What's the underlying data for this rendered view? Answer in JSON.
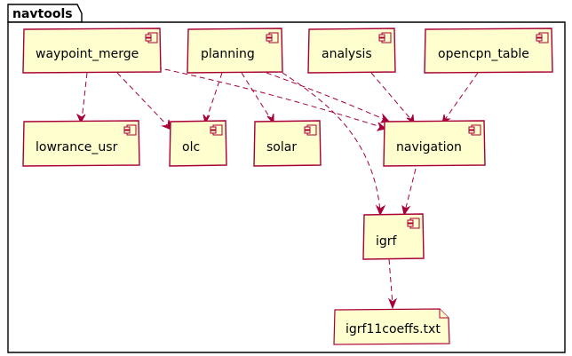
{
  "package": {
    "name": "navtools"
  },
  "components": {
    "waypoint_merge": "waypoint_merge",
    "planning": "planning",
    "analysis": "analysis",
    "opencpn_table": "opencpn_table",
    "lowrance_usr": "lowrance_usr",
    "olc": "olc",
    "solar": "solar",
    "navigation": "navigation",
    "igrf": "igrf"
  },
  "note": {
    "label": "igrf11coeffs.txt"
  },
  "dependencies": [
    {
      "from": "waypoint_merge",
      "to": "lowrance_usr"
    },
    {
      "from": "waypoint_merge",
      "to": "olc"
    },
    {
      "from": "waypoint_merge",
      "to": "navigation"
    },
    {
      "from": "planning",
      "to": "olc"
    },
    {
      "from": "planning",
      "to": "solar"
    },
    {
      "from": "planning",
      "to": "navigation"
    },
    {
      "from": "planning",
      "to": "igrf"
    },
    {
      "from": "analysis",
      "to": "navigation"
    },
    {
      "from": "opencpn_table",
      "to": "navigation"
    },
    {
      "from": "navigation",
      "to": "igrf"
    },
    {
      "from": "igrf",
      "to": "igrf11coeffs.txt"
    }
  ],
  "colors": {
    "component_fill": "#FEFECE",
    "component_border": "#A80036",
    "edge": "#A80036",
    "package_border": "#000000"
  }
}
